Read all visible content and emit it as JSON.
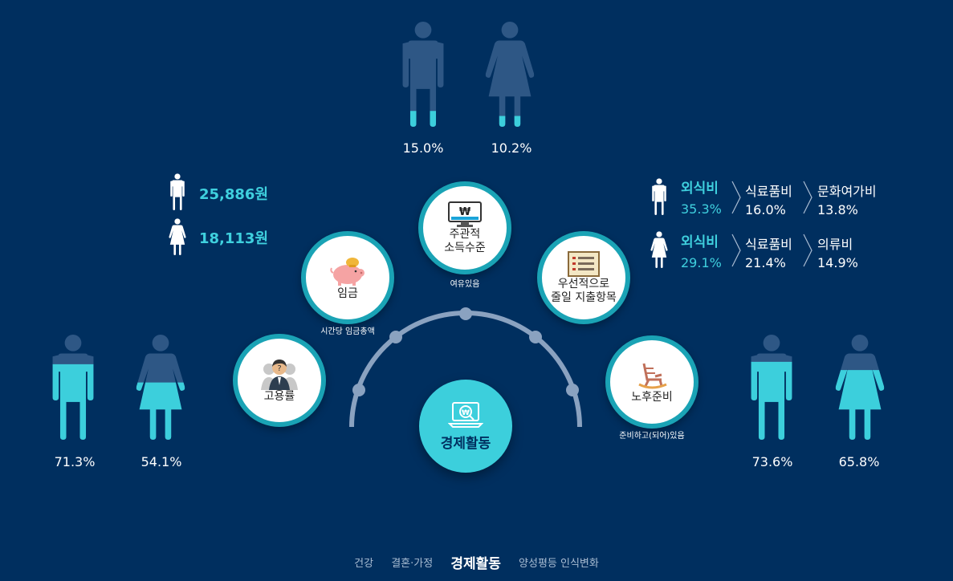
{
  "figures": {
    "top_male_pct": "15.0%",
    "top_female_pct": "10.2%",
    "left_male_pct": "71.3%",
    "left_female_pct": "54.1%",
    "right_male_pct": "73.6%",
    "right_female_pct": "65.8%",
    "top_male_fill": 0.15,
    "top_female_fill": 0.102,
    "left_male_fill": 0.713,
    "left_female_fill": 0.541,
    "right_male_fill": 0.736,
    "right_female_fill": 0.658
  },
  "wages": {
    "male": "25,886원",
    "female": "18,113원"
  },
  "circles": {
    "employment": {
      "label": "고용률"
    },
    "wage": {
      "label": "임금",
      "sub": "시간당 임금총액"
    },
    "income": {
      "label": "주관적\n소득수준",
      "sub": "여유있음"
    },
    "spending": {
      "label": "우선적으로\n줄일 지출항목"
    },
    "retirement": {
      "label": "노후준비",
      "sub": "준비하고(되어)있음"
    }
  },
  "center": {
    "label": "경제활동"
  },
  "expenses": {
    "male": {
      "head": "외식비",
      "head_pct": "35.3%",
      "item2": "식료품비",
      "item2_pct": "16.0%",
      "item3": "문화여가비",
      "item3_pct": "13.8%"
    },
    "female": {
      "head": "외식비",
      "head_pct": "29.1%",
      "item2": "식료품비",
      "item2_pct": "21.4%",
      "item3": "의류비",
      "item3_pct": "14.9%"
    }
  },
  "nav": {
    "health": "건강",
    "marriage": "결혼·가정",
    "economy": "경제활동",
    "equality": "양성평등 인식변화"
  },
  "colors": {
    "background": "#002f5f",
    "figure_dark": "#2e5785",
    "figure_fill": "#3ccfdc",
    "ring": "#1aa3b5"
  },
  "icons": {
    "male": "male-figure-icon",
    "female": "female-figure-icon",
    "wage": "piggy-bank-icon",
    "income": "monitor-won-icon",
    "spending": "checklist-icon",
    "retirement": "rocking-chair-icon",
    "employment": "person-icon",
    "center": "laptop-won-icon"
  }
}
